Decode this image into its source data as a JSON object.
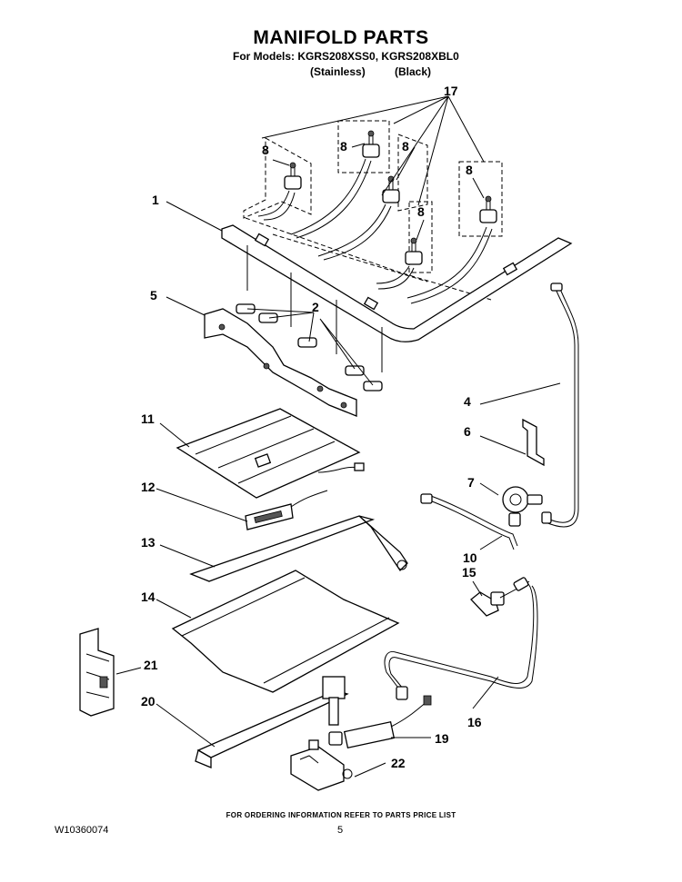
{
  "header": {
    "title": "MANIFOLD PARTS",
    "models_line": "For Models: KGRS208XSS0, KGRS208XBL0",
    "finish_1": "(Stainless)",
    "finish_2": "(Black)"
  },
  "callouts": {
    "c1": "1",
    "c2": "2",
    "c4": "4",
    "c5": "5",
    "c6": "6",
    "c7": "7",
    "c8": "8",
    "c10": "10",
    "c11": "11",
    "c12": "12",
    "c13": "13",
    "c14": "14",
    "c15": "15",
    "c16": "16",
    "c17": "17",
    "c19": "19",
    "c20": "20",
    "c21": "21",
    "c22": "22"
  },
  "footer": {
    "ordering_note": "FOR ORDERING INFORMATION REFER TO PARTS PRICE LIST",
    "doc_number": "W10360074",
    "page_number": "5"
  }
}
